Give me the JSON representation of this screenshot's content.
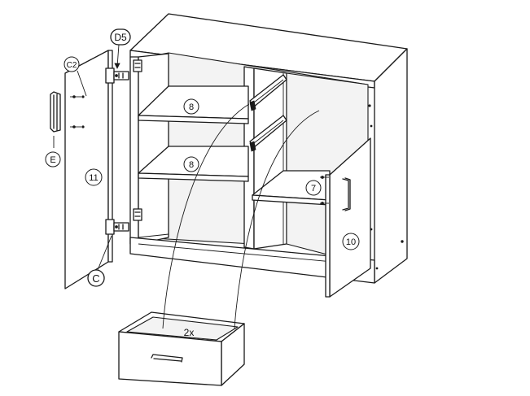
{
  "labels": {
    "shelf_upper": "8",
    "shelf_lower": "8",
    "small_shelf": "7",
    "right_door": "10",
    "left_door": "11",
    "hinge_screw": "D5",
    "handle_screw": "C2",
    "handle": "E",
    "hinge": "C",
    "drawer_qty": "2x"
  }
}
